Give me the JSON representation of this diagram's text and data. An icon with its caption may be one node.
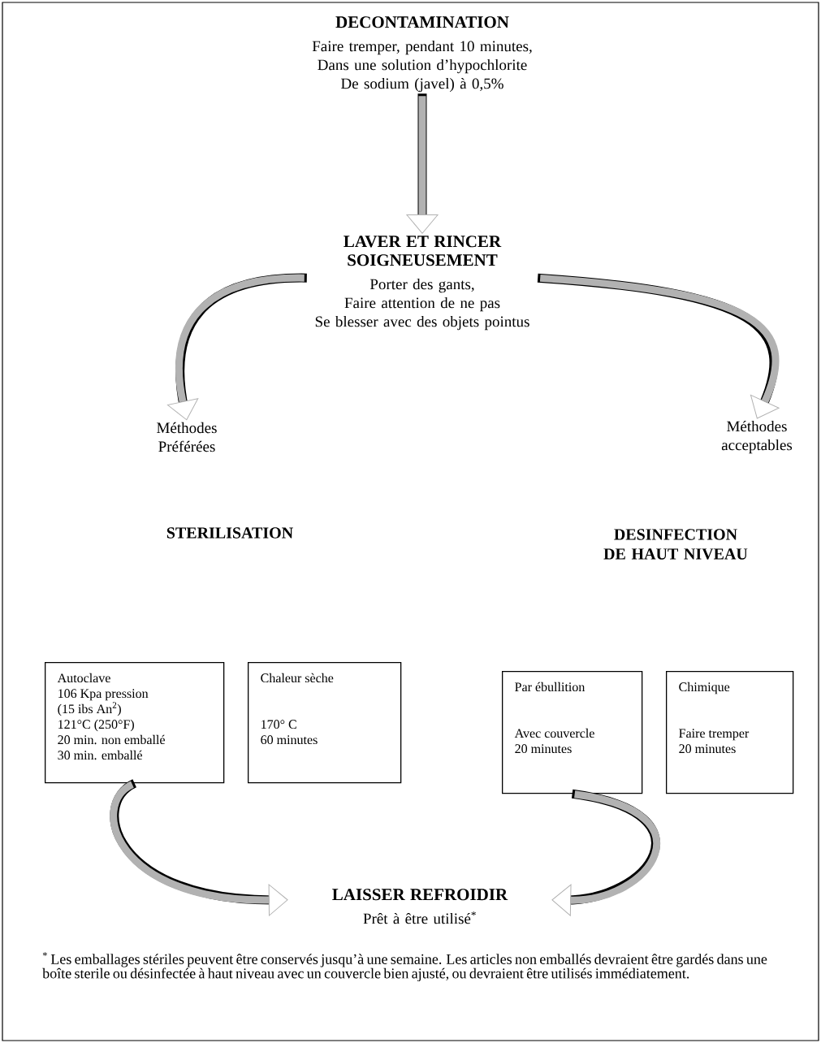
{
  "diagram": {
    "nodes": [
      {
        "text": [
          "DECONTAMINATION",
          "Faire tremper, pendant 10 minutes,",
          "Dans une solution d’hypochlorite",
          "De sodium (javel) à 0,5%"
        ]
      },
      {
        "text": [
          "LAVER ET RINCER SOIGNEUSEMENT",
          "Porter des gants,",
          "Faire attention de ne pas",
          "Se blesser avec des objets pointus"
        ]
      },
      {
        "text": [
          "Méthodes Préférées"
        ]
      },
      {
        "text": [
          "Méthodes acceptables"
        ]
      },
      {
        "text": [
          "STERILISATION"
        ]
      },
      {
        "text": [
          "DESINFECTION DE HAUT NIVEAU"
        ]
      },
      {
        "text": [
          "Autoclave",
          "106 Kpa pression",
          "(15 ibs An$^{2}$)",
          "121°C (250°F)",
          "20 min. non emballé",
          "30 min. emballé"
        ]
      },
      {
        "text": [
          "Chaleur sèche",
          "170° C",
          "60 minutes"
        ]
      },
      {
        "text": [
          "Par ébullition",
          "Avec couvercle",
          "20 minutes"
        ]
      },
      {
        "text": [
          "Chimique",
          "Faire tremper",
          "20 minutes"
        ]
      },
      {
        "text": [
          "LAISSER REFROIDIR",
          "Prêt à être utilisé$^{*}$"
        ]
      }
    ],
    "edges": [
      {
        "from": 0,
        "to": 1,
        "arrow": "to"
      },
      {
        "from": 1,
        "to": 2,
        "arrow": "to"
      },
      {
        "from": 1,
        "to": 3,
        "arrow": "to"
      },
      {
        "from": 6,
        "to": 10,
        "arrow": "to"
      },
      {
        "from": 8,
        "to": 10,
        "arrow": "to"
      }
    ],
    "labels": [
      "$^{*}$ Les emballages stériles peuvent être conservés jusqu’à une semaine. Les articles non emballés devraient être gardés dans une boîte sterile ou désinfectée à haut niveau avec un couvercle bien ajusté, ou devraient être utilisés immédiatement."
    ]
  }
}
